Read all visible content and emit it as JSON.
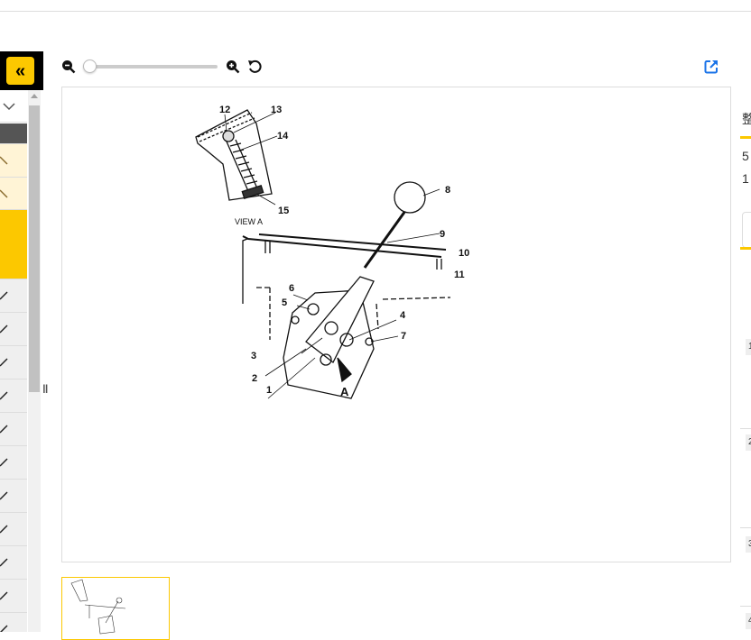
{
  "sidebar": {
    "collapse_icon": "«",
    "dropdown_icon": "chevron-down",
    "row_icon": "pencil"
  },
  "toolbar": {
    "zoom_out": "zoom-out-icon",
    "zoom_in": "zoom-in-icon",
    "reset": "reset-icon",
    "external": "external-link-icon",
    "zoom_level": 0
  },
  "diagram": {
    "callouts": [
      "1",
      "2",
      "3",
      "4",
      "5",
      "6",
      "7",
      "8",
      "9",
      "10",
      "11",
      "12",
      "13",
      "14",
      "15"
    ],
    "view_label": "VIEW  A",
    "arrow_label": "A"
  },
  "right_panel": {
    "title": "整",
    "line1": "5",
    "line2": "1",
    "rows": [
      "1",
      "2",
      "3",
      "4"
    ]
  },
  "colors": {
    "accent": "#fcc800",
    "link": "#1a73e8"
  }
}
